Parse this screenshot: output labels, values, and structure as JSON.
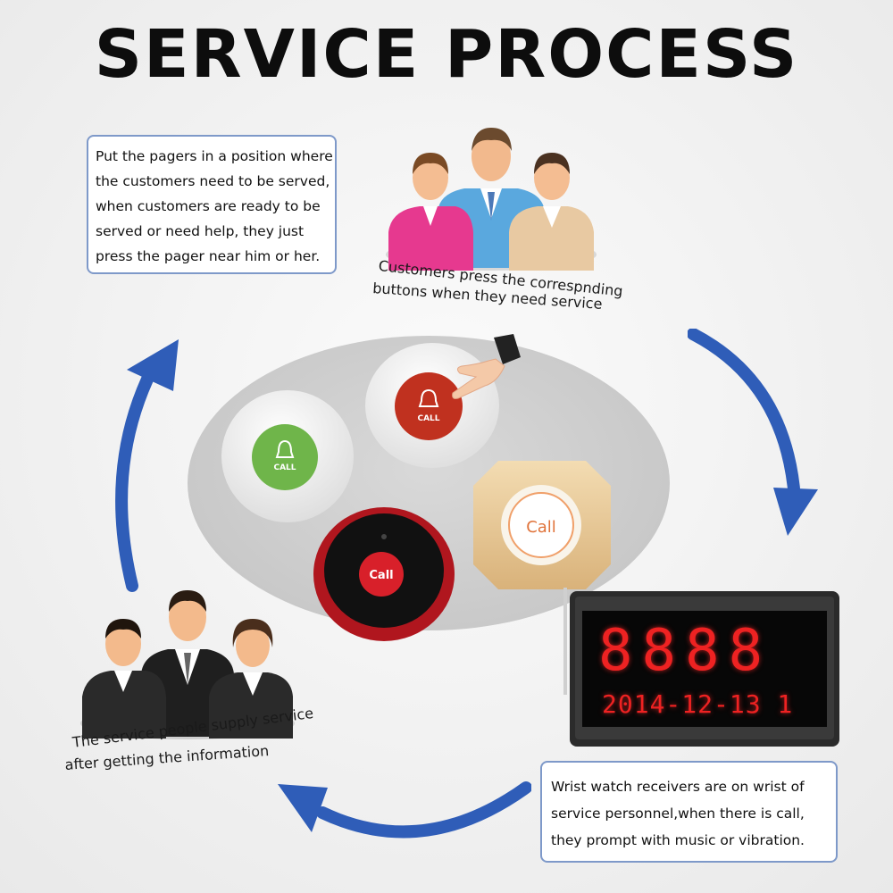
{
  "title": "SERVICE PROCESS",
  "notes": {
    "top_lines": [
      "Put the pagers in a position where",
      "the customers need to be served,",
      "when customers are ready to be",
      "served or need help, they just",
      "press the pager near him or her."
    ],
    "bottom_lines": [
      "Wrist watch receivers are on wrist of",
      "service personnel,when there is call,",
      "they prompt with music or vibration."
    ]
  },
  "captions": {
    "customers_line1": "Customers press the correspnding",
    "customers_line2": "buttons when they need service",
    "service_line1": "The service people supply service",
    "service_line2": "after getting the information"
  },
  "buttons": {
    "green_label": "CALL",
    "red_label": "CALL",
    "black_label": "Call",
    "gold_label": "Call"
  },
  "display": {
    "top_digits": "8888",
    "bottom_digits": "2014-12-13 1"
  },
  "colors": {
    "arrow_blue": "#2f5db8",
    "note_border": "#7e99c9",
    "pager_green": "#6fb54a",
    "pager_red": "#c0311f",
    "display_red": "#ee2222"
  }
}
